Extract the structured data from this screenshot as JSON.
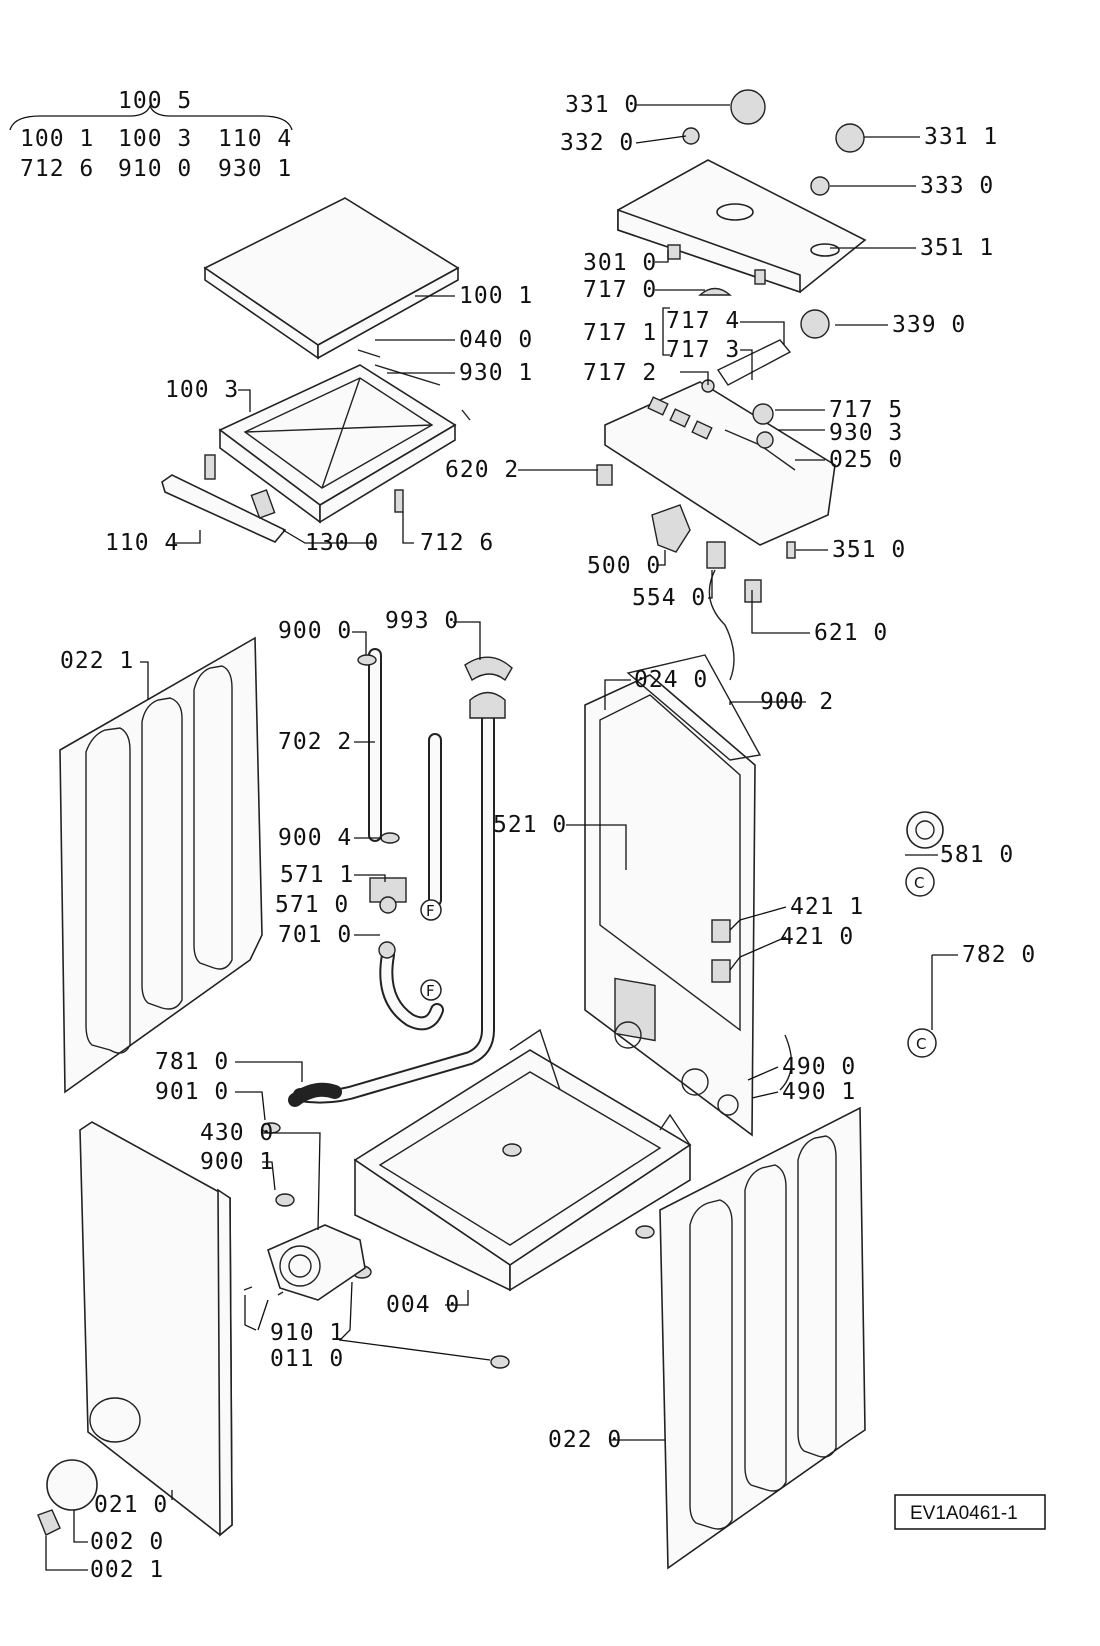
{
  "group": {
    "title": "100 5",
    "row1": [
      "100 1",
      "100 3",
      "110 4"
    ],
    "row2": [
      "712 6",
      "910 0",
      "930 1"
    ]
  },
  "labels": {
    "p331_0": "331 0",
    "p332_0": "332 0",
    "p331_1": "331 1",
    "p333_0": "333 0",
    "p301_0": "301 0",
    "p351_1": "351 1",
    "p717_0": "717 0",
    "p717_1": "717 1",
    "p717_4": "717 4",
    "p717_3": "717 3",
    "p339_0": "339 0",
    "p717_2": "717 2",
    "p717_5": "717 5",
    "p930_3": "930 3",
    "p025_0": "025 0",
    "p620_2": "620 2",
    "p500_0": "500 0",
    "p554_0": "554 0",
    "p351_0": "351 0",
    "p621_0": "621 0",
    "p100_1": "100 1",
    "p040_0": "040 0",
    "p930_1": "930 1",
    "p100_3": "100 3",
    "p110_4": "110 4",
    "p130_0": "130 0",
    "p712_6": "712 6",
    "p022_1": "022 1",
    "p900_0": "900 0",
    "p993_0": "993 0",
    "p702_2": "702 2",
    "p900_4": "900 4",
    "p571_1": "571 1",
    "p571_0": "571 0",
    "p701_0": "701 0",
    "p024_0": "024 0",
    "p900_2": "900 2",
    "p521_0": "521 0",
    "p581_0": "581 0",
    "p421_1": "421 1",
    "p421_0": "421 0",
    "p782_0": "782 0",
    "p490_0": "490 0",
    "p490_1": "490 1",
    "p781_0": "781 0",
    "p901_0": "901 0",
    "p430_0": "430 0",
    "p900_1": "900 1",
    "p004_0": "004 0",
    "p910_1": "910 1",
    "p011_0": "011 0",
    "p022_0": "022 0",
    "p021_0": "021 0",
    "p002_0": "002 0",
    "p002_1": "002 1"
  },
  "connectors": {
    "F": "F",
    "C": "C"
  },
  "drawing_code": "EV1A0461-1"
}
